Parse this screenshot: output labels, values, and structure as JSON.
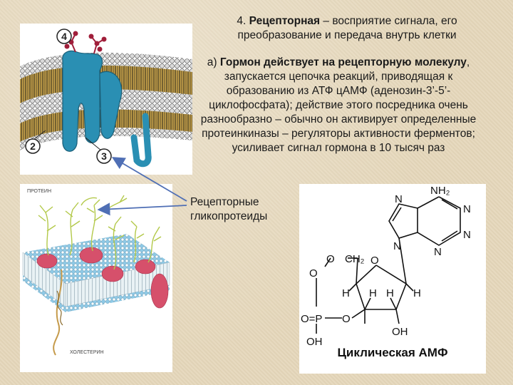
{
  "title": {
    "number": "4.",
    "keyword": "Рецепторная",
    "rest": " – восприятие сигнала, его преобразование и передача внутрь клетки"
  },
  "paragraph": {
    "prefix": "а) ",
    "bold": "Гормон действует на рецепторную молекулу",
    "rest": ", запускается цепочка реакций, приводящая к образованию из АТФ цАМФ (аденозин-3’-5’-циклофосфата); действие этого посредника очень разнообразно – обычно он активирует определенные протеинкиназы – регуляторы активности ферментов; усиливает сигнал гормона в 10 тысяч раз"
  },
  "glycoprotein_label": "Рецепторные гликопротеиды",
  "membrane_markers": [
    "4",
    "2",
    "3"
  ],
  "glyco_panel_labels": {
    "top": "ПРОТЕИН",
    "bottom": "ХОЛЕСТЕРИН"
  },
  "molecule": {
    "name": "Циклическая АМФ",
    "atoms": {
      "nh2": "NH₂",
      "n_top": "N",
      "n_right": "N",
      "n_left_ring": "N",
      "n_bottom_right": "N",
      "n_bottom": "N",
      "o_top": "O",
      "ch2": "CH₂",
      "o_ring": "O",
      "h_left": "H",
      "h_c3": "H",
      "h_c2": "H",
      "h_right": "H",
      "o_mid": "O",
      "o_double": "O=P",
      "oh_right": "OH",
      "oh_bottom": "OH"
    }
  },
  "colors": {
    "background": "#e6d9bd",
    "protein": "#2a8fb3",
    "lipid_head": "#d9d9d9",
    "lipid_tail": "#c7a24a",
    "glycan": "#a01e3a",
    "arrow": "#4f6fb5"
  }
}
